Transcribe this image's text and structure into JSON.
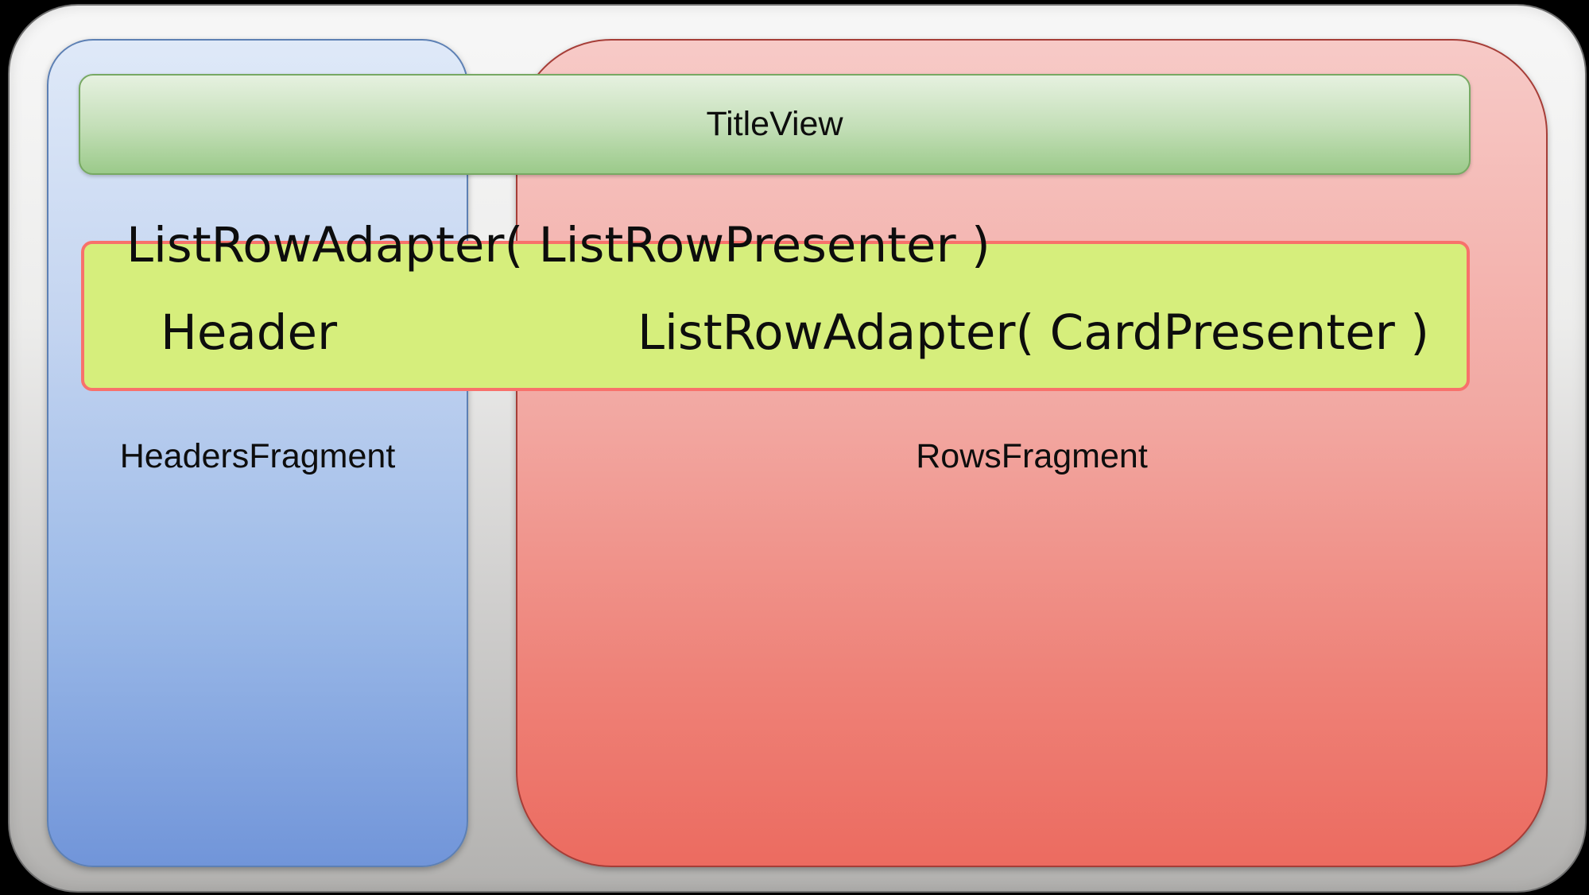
{
  "diagram": {
    "title_view": {
      "label": "TitleView"
    },
    "list_row_adapter_line": {
      "label": "ListRowAdapter( ListRowPresenter )"
    },
    "list_row_box": {
      "header_label": "Header",
      "adapter_label": "ListRowAdapter( CardPresenter )"
    },
    "headers_fragment": {
      "label": "HeadersFragment"
    },
    "rows_fragment": {
      "label": "RowsFragment"
    }
  },
  "colors": {
    "canvas_bg": "#000000",
    "frame_top": "#f7f7f7",
    "frame_bottom": "#b2b1af",
    "headers_top": "#dfe9f8",
    "headers_bottom": "#7195d9",
    "headers_border": "#5d80b4",
    "rows_top": "#f7cac7",
    "rows_bottom": "#ec6b60",
    "rows_border": "#a63d37",
    "title_top": "#e6f1e0",
    "title_bottom": "#9bca8a",
    "title_border": "#77a963",
    "listrow_fill": "#d6ee7c",
    "listrow_border": "#f8716b",
    "text": "#0d0d0d"
  }
}
